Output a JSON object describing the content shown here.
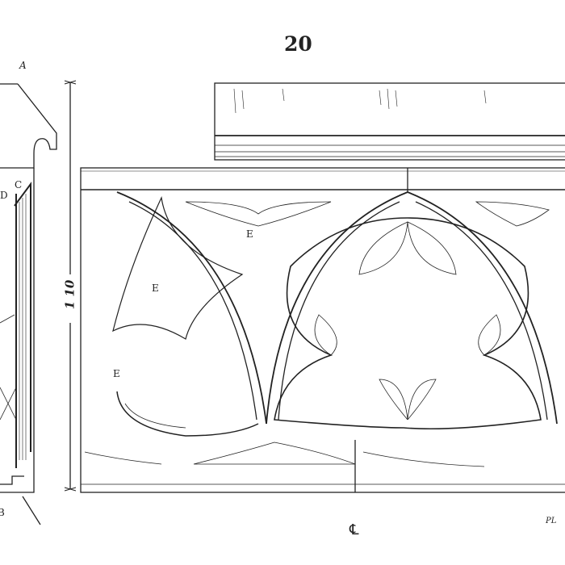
{
  "page_number": "20",
  "labels": {
    "a": "A",
    "b": "B",
    "c": "C",
    "d": "D",
    "e1": "E",
    "e2": "E",
    "e3": "E",
    "dimension": "1 10",
    "centerline": "℄",
    "signature": "PL"
  },
  "colors": {
    "ink": "#222222",
    "paper": "#ffffff"
  }
}
